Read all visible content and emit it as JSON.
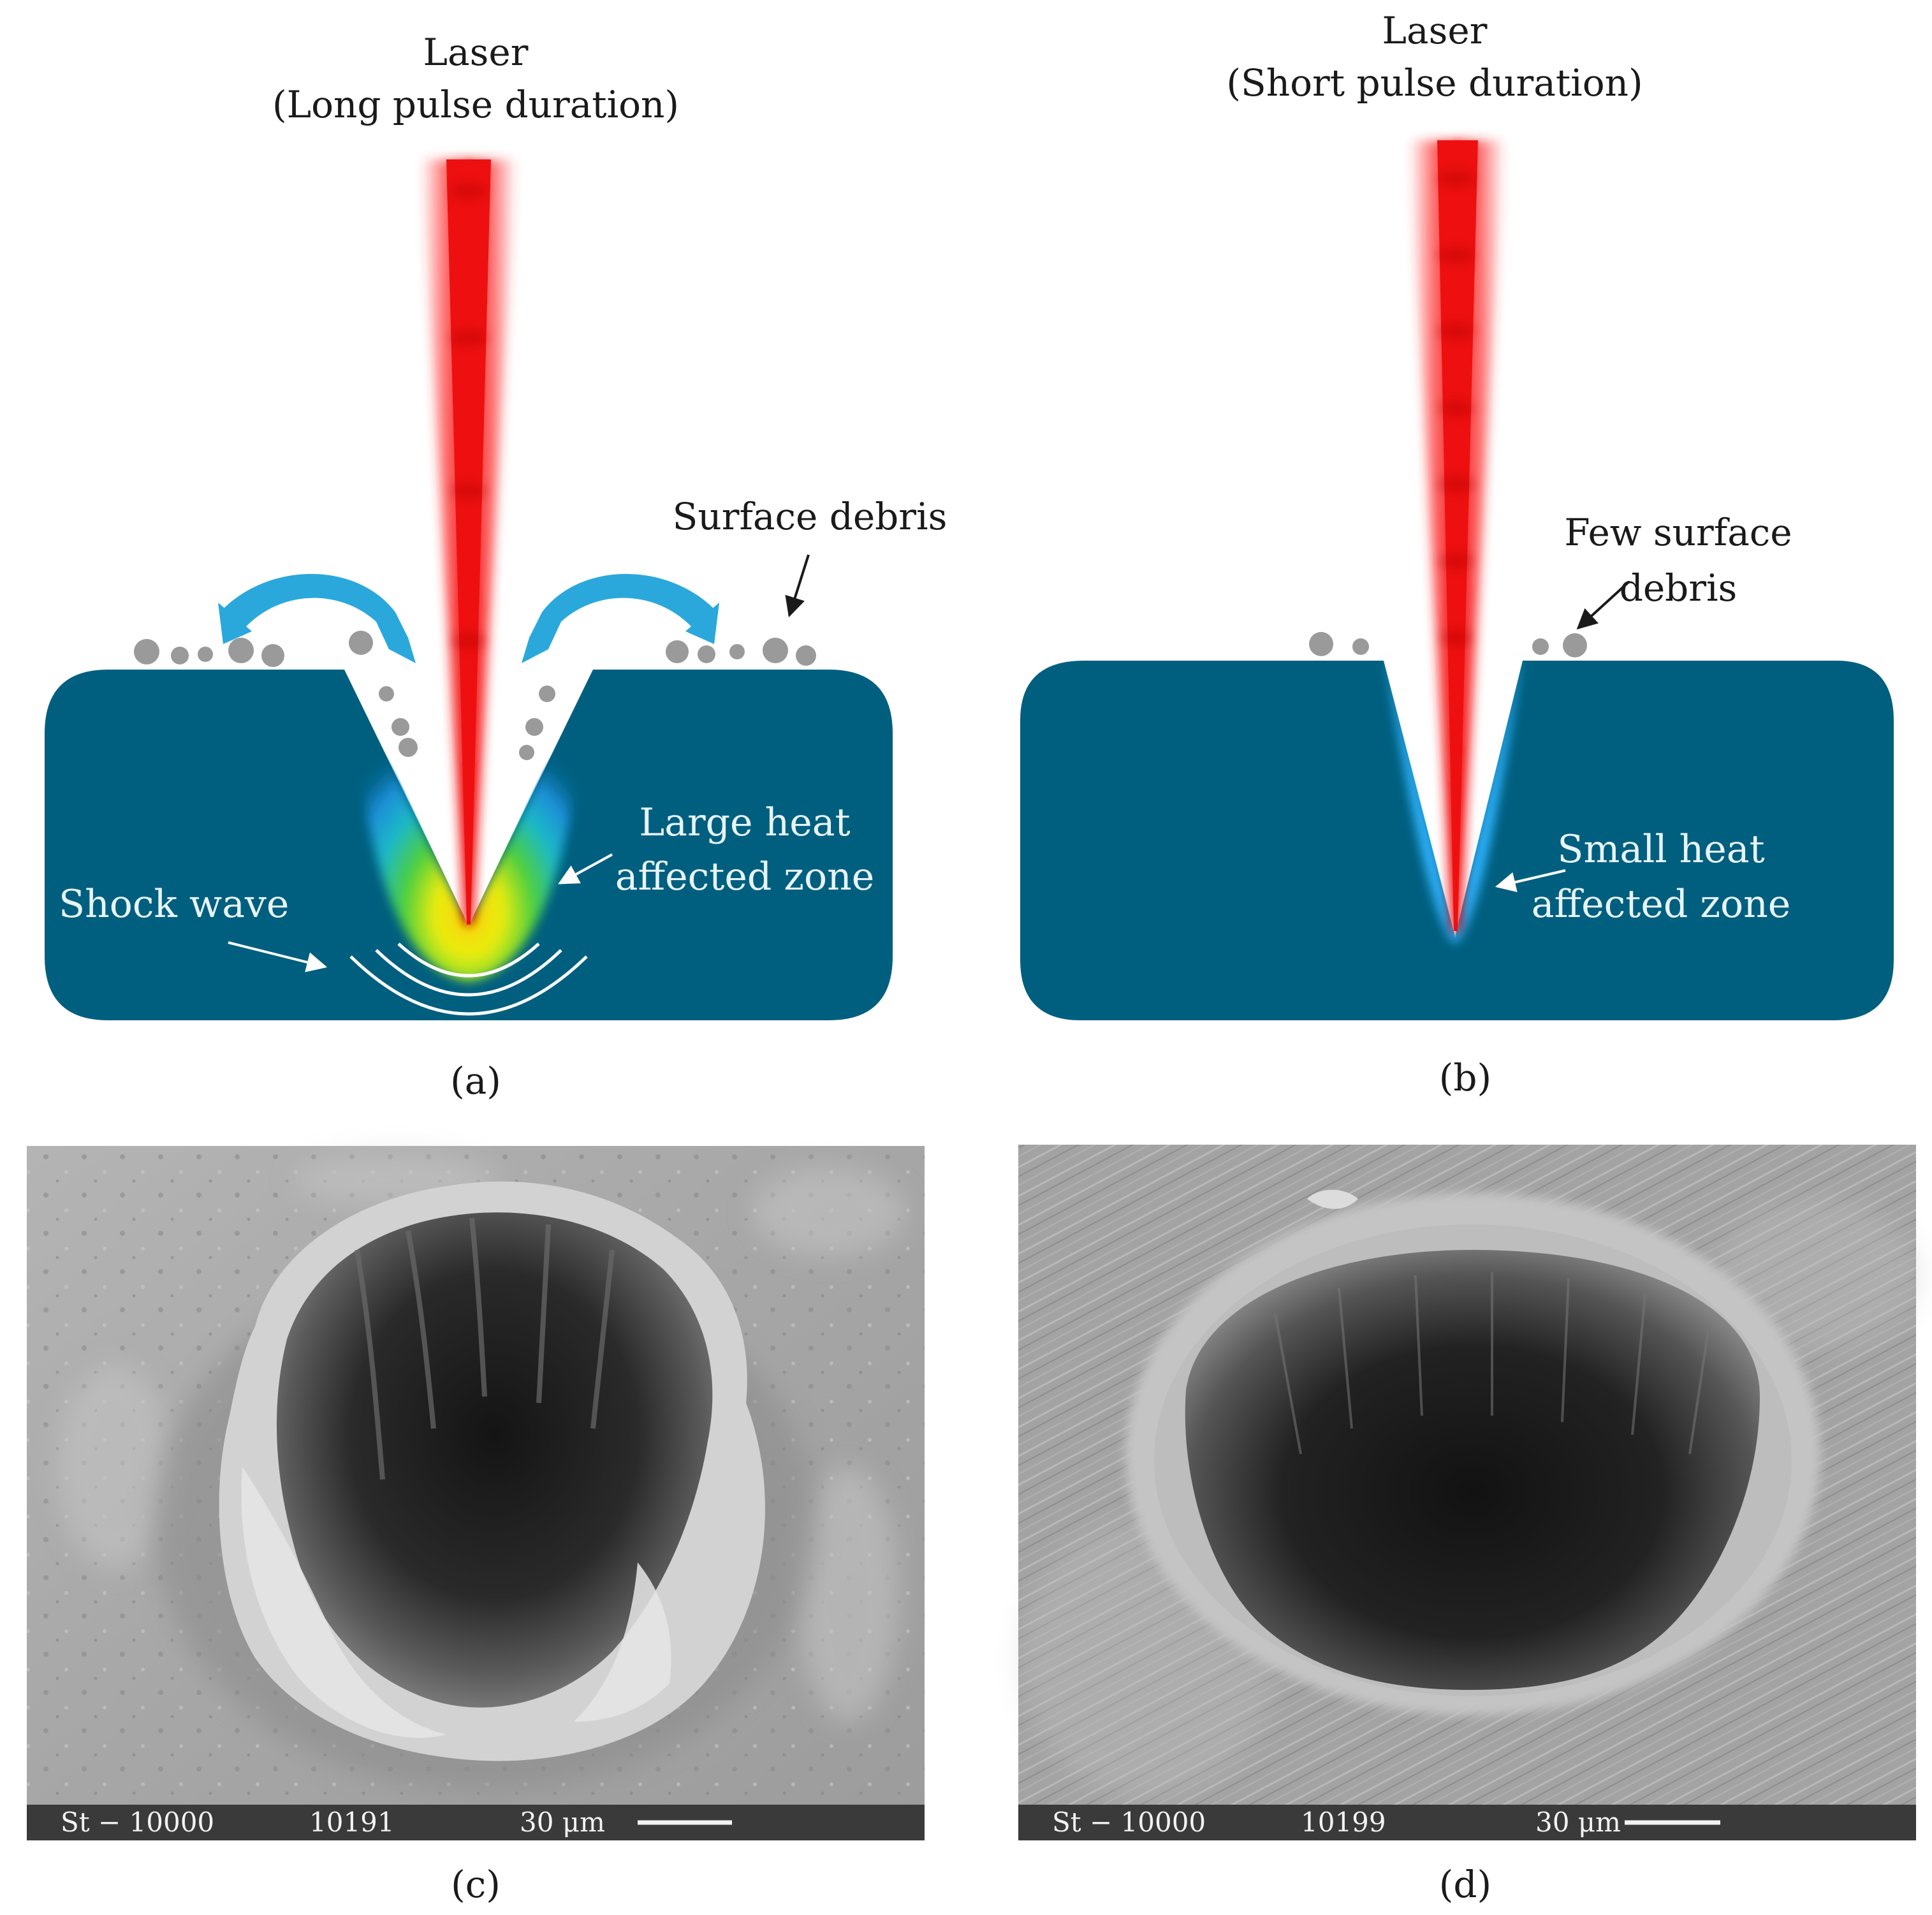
{
  "panels": {
    "a": {
      "caption": "(a)",
      "laser_line1": "Laser",
      "laser_line2": "(Long pulse duration)",
      "surface_debris": "Surface debris",
      "large_heat_line1": "Large heat",
      "large_heat_line2": "affected zone",
      "shock_wave": "Shock wave"
    },
    "b": {
      "caption": "(b)",
      "laser_line1": "Laser",
      "laser_line2": "(Short pulse duration)",
      "few_debris_line1": "Few surface",
      "few_debris_line2": "debris",
      "small_heat_line1": "Small heat",
      "small_heat_line2": "affected zone"
    },
    "c": {
      "caption": "(c)",
      "sem_sample": "St − 10000",
      "sem_id": "10191",
      "sem_scale": "30 μm"
    },
    "d": {
      "caption": "(d)",
      "sem_sample": "St − 10000",
      "sem_id": "10199",
      "sem_scale": "30 μm"
    }
  },
  "colors": {
    "material": "#005f7f",
    "laser": "#f01010",
    "debris": "#9a9a9a",
    "arrow_blue": "#2aa8dc",
    "heat_yellow": "#f0e000",
    "heat_green": "#40c040",
    "heat_cyan": "#1ca6e0",
    "sem_bar": "#3a3a3a"
  }
}
